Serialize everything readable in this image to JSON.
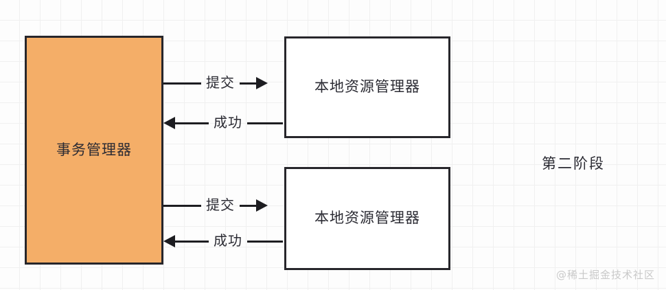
{
  "diagram": {
    "title_caption": "第二阶段",
    "watermark": "@稀土掘金技术社区",
    "colors": {
      "coordinator_fill": "#f4ae68",
      "node_stroke": "#27262b",
      "participant_fill": "#ffffff",
      "text": "#2b2b33",
      "grid_line": "#f0f0f0",
      "watermark": "#c9c9c9"
    },
    "nodes": [
      {
        "id": "coordinator",
        "label": "事务管理器"
      },
      {
        "id": "participant-1",
        "label": "本地资源管理器"
      },
      {
        "id": "participant-2",
        "label": "本地资源管理器"
      }
    ],
    "edges": [
      {
        "id": "commit-1",
        "label": "提交",
        "from": "coordinator",
        "to": "participant-1",
        "direction": "right"
      },
      {
        "id": "success-1",
        "label": "成功",
        "from": "participant-1",
        "to": "coordinator",
        "direction": "left"
      },
      {
        "id": "commit-2",
        "label": "提交",
        "from": "coordinator",
        "to": "participant-2",
        "direction": "right"
      },
      {
        "id": "success-2",
        "label": "成功",
        "from": "participant-2",
        "to": "coordinator",
        "direction": "left"
      }
    ]
  }
}
